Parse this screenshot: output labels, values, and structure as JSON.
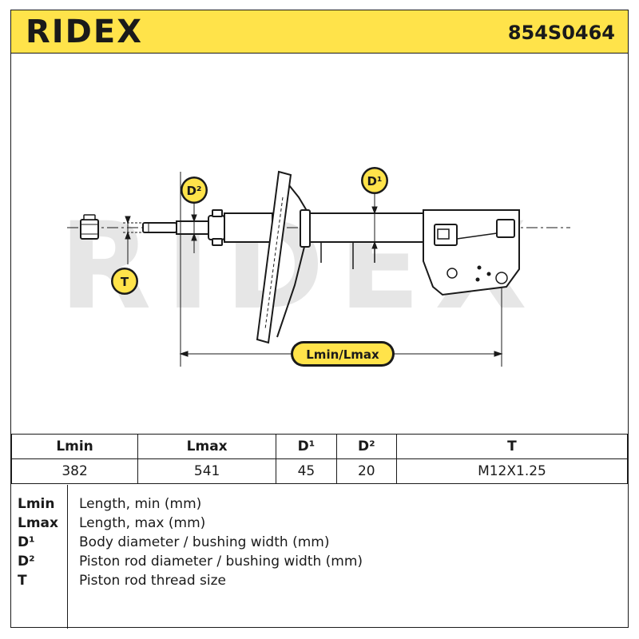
{
  "header": {
    "brand": "RIDEX",
    "part_number": "854S0464"
  },
  "drawing": {
    "watermark": "RIDEX",
    "labels": {
      "d2": "D²",
      "d1": "D¹",
      "t": "T",
      "length": "Lmin/Lmax"
    },
    "colors": {
      "badge_fill": "#ffe34a",
      "badge_dark": "#1a1a1a",
      "watermark": "#e6e6e6"
    }
  },
  "spec_table": {
    "headers": [
      "Lmin",
      "Lmax",
      "D¹",
      "D²",
      "T"
    ],
    "values": [
      "382",
      "541",
      "45",
      "20",
      "M12X1.25"
    ]
  },
  "legend": [
    {
      "abbr": "Lmin",
      "desc": "Length, min (mm)"
    },
    {
      "abbr": "Lmax",
      "desc": "Length, max (mm)"
    },
    {
      "abbr": "D¹",
      "desc": "Body diameter / bushing width (mm)"
    },
    {
      "abbr": "D²",
      "desc": "Piston rod diameter / bushing width (mm)"
    },
    {
      "abbr": "T",
      "desc": "Piston rod thread size"
    }
  ]
}
